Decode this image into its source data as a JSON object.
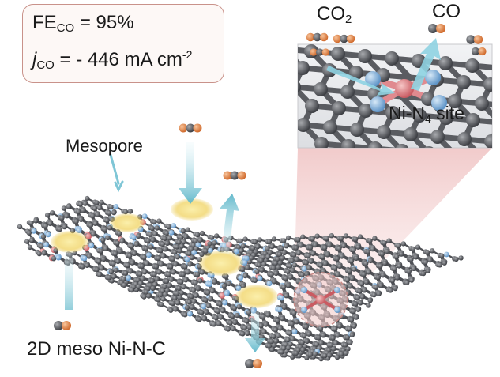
{
  "metrics": {
    "fe_symbol": "FE",
    "fe_subscript": "CO",
    "fe_value": " = 95%",
    "j_symbol": "j",
    "j_subscript": "CO",
    "j_value": " = - 446 mA cm",
    "j_exponent": "-2"
  },
  "labels": {
    "co2_main": "CO",
    "co2_sub": "2",
    "co": "CO",
    "site_main": "Ni-N",
    "site_sub": "4",
    "site_tail": " site",
    "mesopore": "Mesopore",
    "material": "2D meso Ni-N-C"
  },
  "colors": {
    "carbon": "#55575c",
    "nitrogen": "#8fb8e0",
    "nickel": "#e0868a",
    "oxygen_co": "#e8915a",
    "arrow": "#7fc6d6",
    "pore": "#f3dc6e",
    "zoom_cone": "#e8a8a8",
    "box_border": "#c9928a"
  }
}
